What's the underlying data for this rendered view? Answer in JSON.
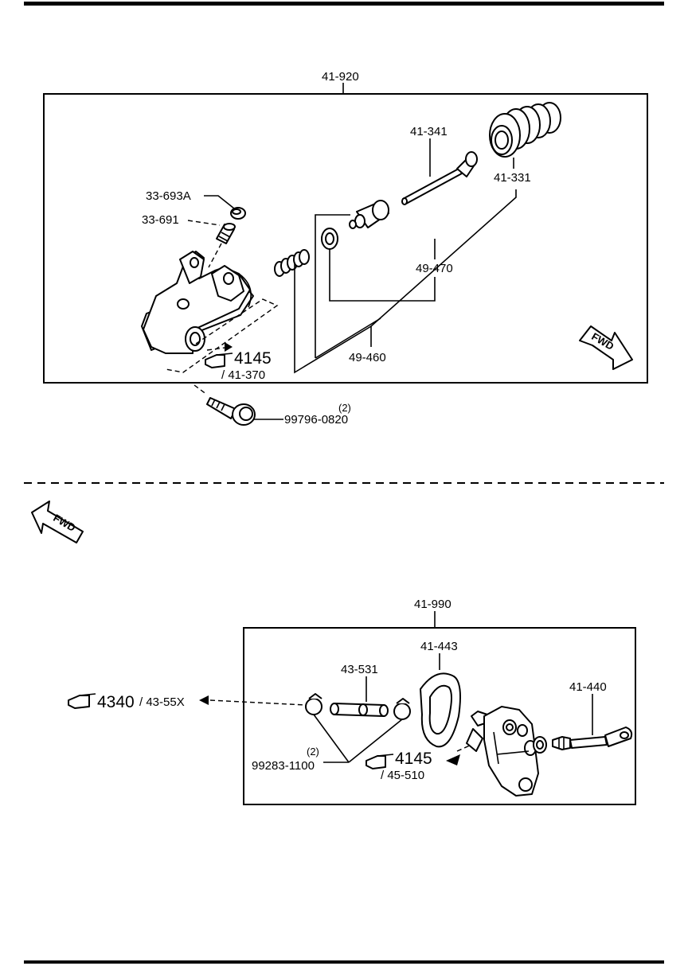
{
  "upper": {
    "assembly": "41-920",
    "parts": {
      "p1": "33-693A",
      "p2": "33-691",
      "p3": "41-341",
      "p4": "41-331",
      "p5": "49-470",
      "p6": "49-460",
      "ref_code": "4145",
      "ref_sub": "/ 41-370",
      "bolt": "99796-0820",
      "bolt_qty": "(2)"
    },
    "fwd": "FWD"
  },
  "lower": {
    "assembly": "41-990",
    "parts": {
      "p1": "41-443",
      "p2": "43-531",
      "p3": "41-440",
      "ref1_code": "4340",
      "ref1_sub": "/ 43-55X",
      "clamp": "99283-1100",
      "clamp_qty": "(2)",
      "ref2_code": "4145",
      "ref2_sub": "/ 45-510"
    },
    "fwd": "FWD"
  }
}
